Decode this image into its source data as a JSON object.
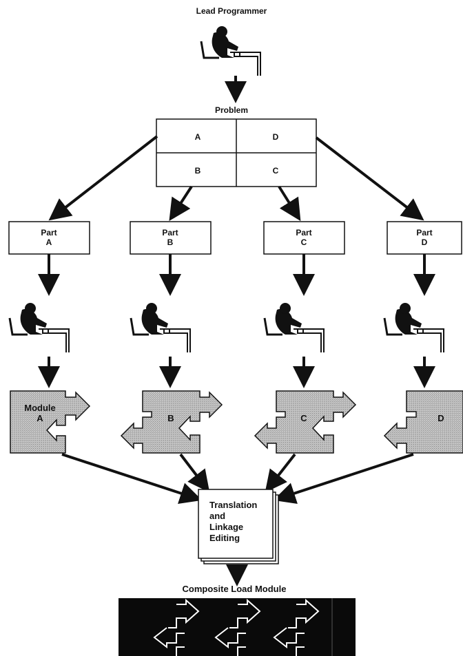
{
  "lead_programmer_label": "Lead Programmer",
  "problem": {
    "title": "Problem",
    "cells": [
      "A",
      "D",
      "B",
      "C"
    ]
  },
  "parts": [
    {
      "line1": "Part",
      "line2": "A"
    },
    {
      "line1": "Part",
      "line2": "B"
    },
    {
      "line1": "Part",
      "line2": "C"
    },
    {
      "line1": "Part",
      "line2": "D"
    }
  ],
  "modules": [
    {
      "line1": "Module",
      "line2": "A"
    },
    {
      "line1": "",
      "line2": "B"
    },
    {
      "line1": "",
      "line2": "C"
    },
    {
      "line1": "",
      "line2": "D"
    }
  ],
  "translation": {
    "line1": "Translation",
    "line2": "and",
    "line3": "Linkage",
    "line4": "Editing"
  },
  "composite_label": "Composite Load Module",
  "colors": {
    "ink": "#111111",
    "module_fill": "#b9b9b9",
    "composite_fill": "#0a0a0a",
    "connector_stroke": "#ffffff"
  },
  "icons": {
    "programmer": "programmer-at-desk-icon",
    "module": "puzzle-module-icon"
  }
}
